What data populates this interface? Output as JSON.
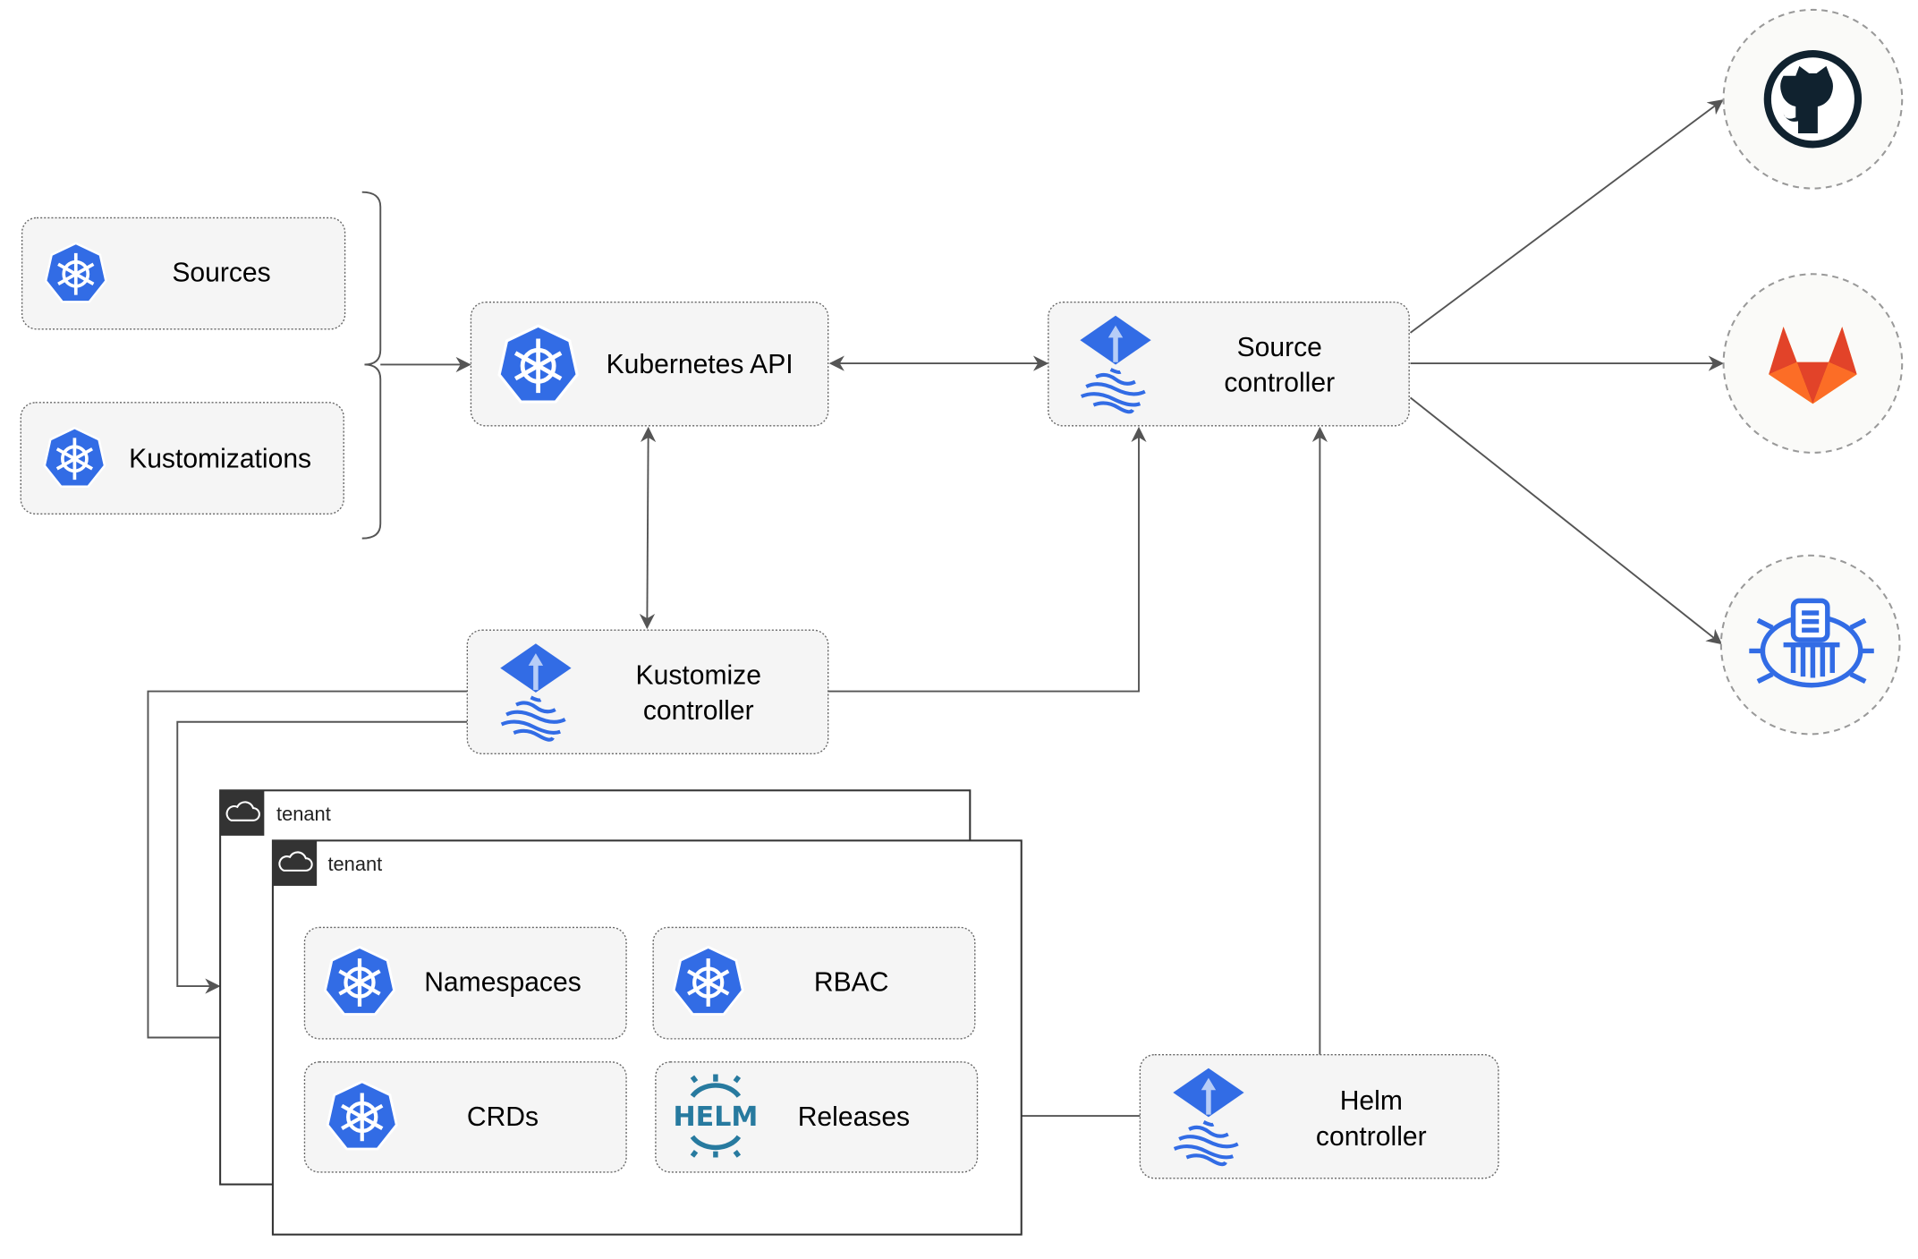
{
  "nodes": {
    "sources": "Sources",
    "kustomizations": "Kustomizations",
    "kubernetes_api": "Kubernetes API",
    "source_controller": [
      "Source",
      "controller"
    ],
    "kustomize_controller": [
      "Kustomize",
      "controller"
    ],
    "helm_controller": [
      "Helm",
      "controller"
    ],
    "namespaces": "Namespaces",
    "rbac": "RBAC",
    "crds": "CRDs",
    "releases": "Releases"
  },
  "tenants": [
    "tenant",
    "tenant"
  ],
  "helm_logo_text": "HELM",
  "external_sources": [
    "github-icon",
    "gitlab-icon",
    "helm-repository-icon"
  ],
  "colors": {
    "kubernetes_blue": "#326ce5",
    "helm_teal": "#277a9f",
    "gitlab_orange": "#e24329",
    "github_dark": "#10222f"
  }
}
